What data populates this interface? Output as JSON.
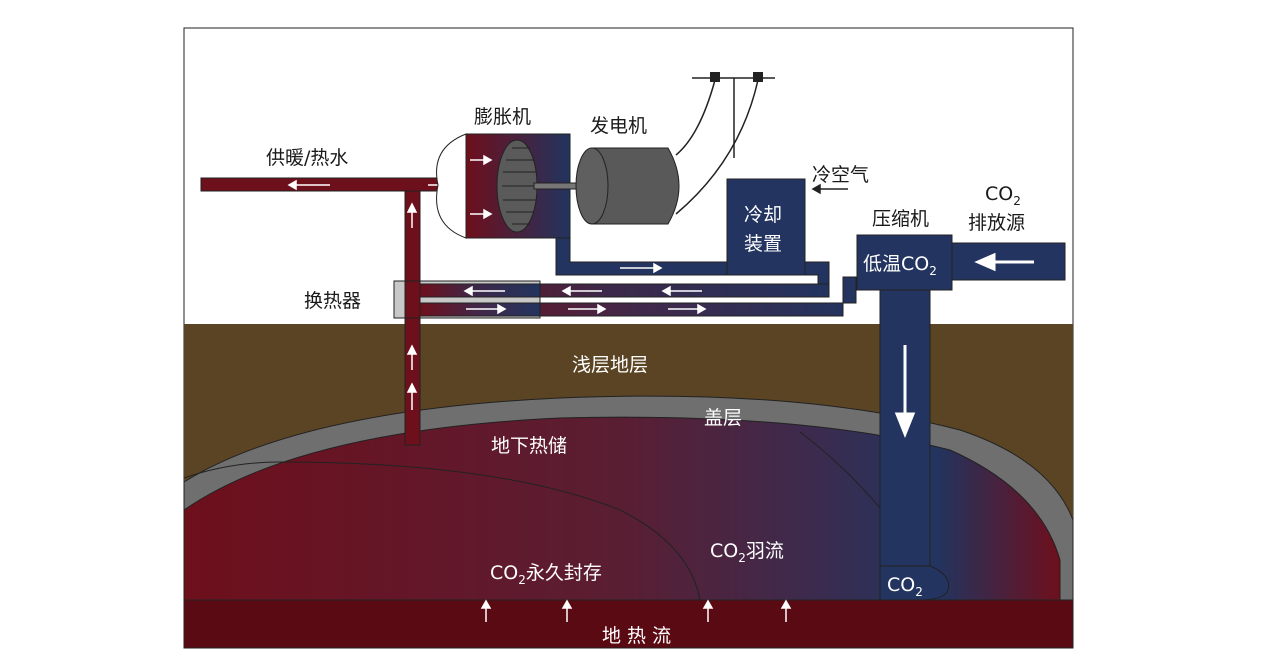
{
  "labels": {
    "heating_hot_water": "供暖/热水",
    "expander": "膨胀机",
    "generator": "发电机",
    "cold_air": "冷空气",
    "cooling_device_line1": "冷却",
    "cooling_device_line2": "装置",
    "compressor": "压缩机",
    "co2_source_line1_main": "CO",
    "co2_source_line1_sub": "2",
    "co2_source_line2": "排放源",
    "low_temp_co2_main": "低温CO",
    "low_temp_co2_sub": "2",
    "heat_exchanger": "换热器",
    "shallow_strata": "浅层地层",
    "cap_rock": "盖层",
    "underground_heat_storage": "地下热储",
    "co2_plume_main": "CO",
    "co2_plume_sub": "2",
    "co2_plume_suffix": "羽流",
    "co2_permanent_main": "CO",
    "co2_permanent_sub": "2",
    "co2_permanent_suffix": "永久封存",
    "co2_bottom_main": "CO",
    "co2_bottom_sub": "2",
    "geothermal_flow": "地 热 流"
  },
  "colors": {
    "hot": "#6e0f1c",
    "cold": "#22345f",
    "shallow_soil": "#5b4424",
    "cap_rock": "#6f6f6f",
    "bedrock": "#5a0a12",
    "generator": "#595959",
    "heat_exchanger": "#c8c8c8"
  }
}
